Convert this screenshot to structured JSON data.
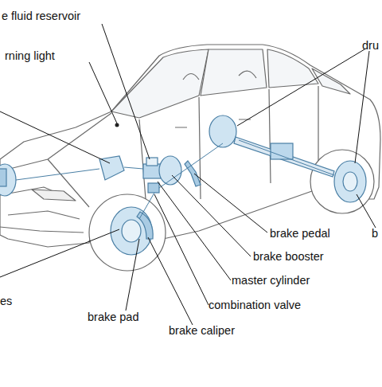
{
  "diagram": {
    "labels": [
      "e fluid reservoir",
      "rning light",
      "dru",
      "brake pedal",
      "b",
      "brake booster",
      "master cylinder",
      "combination valve",
      "es",
      "brake pad",
      "brake caliper"
    ]
  }
}
